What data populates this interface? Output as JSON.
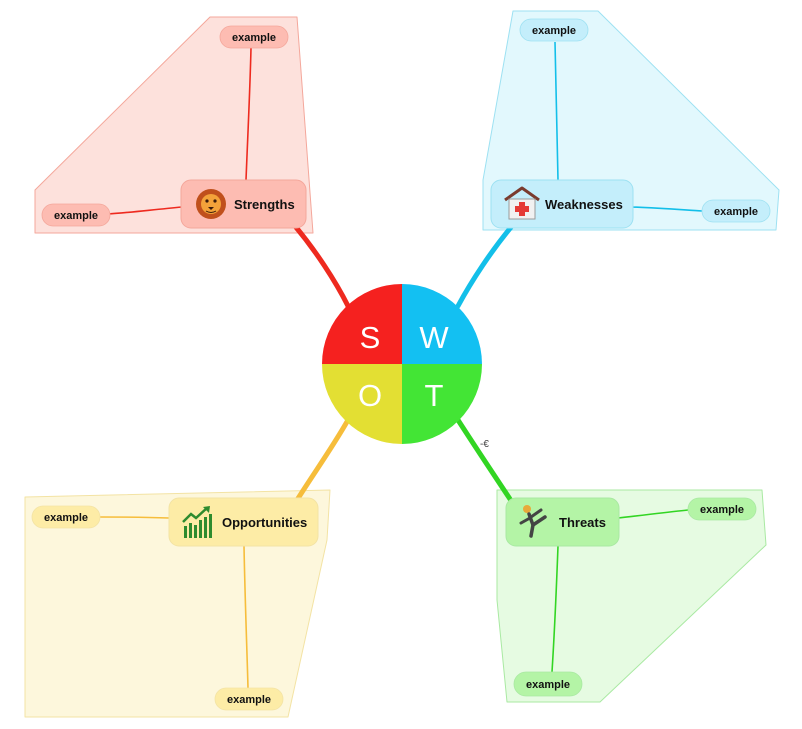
{
  "center": {
    "letters": [
      "S",
      "W",
      "O",
      "T"
    ],
    "colors": {
      "s": "#f5211f",
      "w": "#13c0f2",
      "o": "#e3df33",
      "t": "#43e535"
    }
  },
  "branches": {
    "strengths": {
      "label": "Strengths",
      "icon": "lion-icon",
      "examples": [
        "example",
        "example"
      ],
      "colors": {
        "line": "#ee2a1f",
        "group_fill": "#fde1dc",
        "group_stroke": "#f4a79b",
        "node_fill": "#fdbcb2",
        "example_fill": "#fdbcb2"
      }
    },
    "weaknesses": {
      "label": "Weaknesses",
      "icon": "hospital-icon",
      "examples": [
        "example",
        "example"
      ],
      "colors": {
        "line": "#13bfe9",
        "group_fill": "#e2f8fd",
        "group_stroke": "#9de1f2",
        "node_fill": "#c4eefb",
        "example_fill": "#c4eefb"
      }
    },
    "opportunities": {
      "label": "Opportunities",
      "icon": "growth-chart-icon",
      "examples": [
        "example",
        "example"
      ],
      "colors": {
        "line": "#f6bd3b",
        "group_fill": "#fdf7dc",
        "group_stroke": "#f3e3a4",
        "node_fill": "#fdeca6",
        "example_fill": "#fdeca6"
      }
    },
    "threats": {
      "label": "Threats",
      "icon": "kick-fighter-icon",
      "examples": [
        "example",
        "example"
      ],
      "colors": {
        "line": "#32d523",
        "group_fill": "#e6fbe2",
        "group_stroke": "#a9e9a2",
        "node_fill": "#b4f4a6",
        "example_fill": "#b4f4a6"
      }
    }
  },
  "misc": {
    "glyph": "-€"
  }
}
